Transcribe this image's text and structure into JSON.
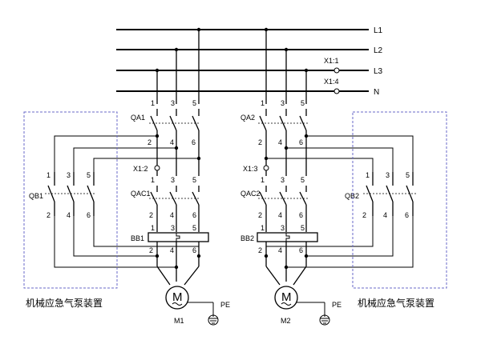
{
  "lines": {
    "l1": "L1",
    "l2": "L2",
    "l3": "L3",
    "n": "N"
  },
  "terminals": {
    "x1_1": "X1:1",
    "x1_4": "X1:4",
    "x1_2": "X1:2",
    "x1_3": "X1:3"
  },
  "left": {
    "qa": "QA1",
    "qac": "QAC1",
    "bb": "BB1",
    "motor": "M1",
    "pe": "PE",
    "qb": "QB1",
    "device_caption": "机械应急气泵装置",
    "motor_symbol": "M"
  },
  "right": {
    "qa": "QA2",
    "qac": "QAC2",
    "bb": "BB2",
    "motor": "M2",
    "pe": "PE",
    "qb": "QB2",
    "device_caption": "机械应急气泵装置",
    "motor_symbol": "M"
  },
  "pins": {
    "p1": "1",
    "p2": "2",
    "p3": "3",
    "p4": "4",
    "p5": "5",
    "p6": "6"
  },
  "colors": {
    "wire": "#000000",
    "box": "#6a6ac8"
  }
}
